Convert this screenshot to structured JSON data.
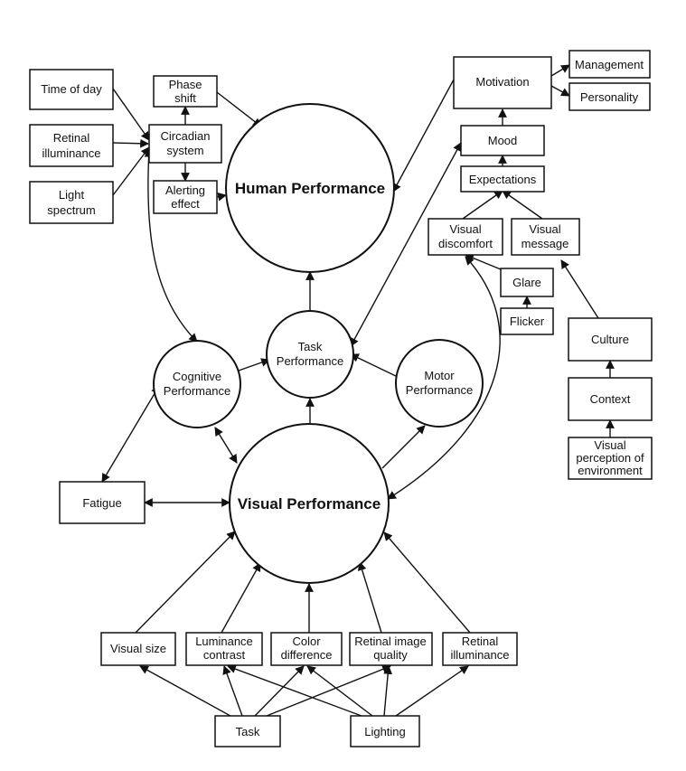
{
  "nodes": {
    "time_of_day": "Time of day",
    "retinal_illuminance_top": [
      "Retinal",
      "illuminance"
    ],
    "light_spectrum": [
      "Light",
      "spectrum"
    ],
    "phase_shift": [
      "Phase",
      "shift"
    ],
    "circadian_system": [
      "Circadian",
      "system"
    ],
    "alerting_effect": [
      "Alerting",
      "effect"
    ],
    "human_performance": "Human Performance",
    "motivation": "Motivation",
    "management": "Management",
    "personality": "Personality",
    "mood": "Mood",
    "expectations": "Expectations",
    "visual_discomfort": [
      "Visual",
      "discomfort"
    ],
    "visual_message": [
      "Visual",
      "message"
    ],
    "glare": "Glare",
    "flicker": "Flicker",
    "culture": "Culture",
    "context": "Context",
    "visual_perception": [
      "Visual",
      "perception of",
      "environment"
    ],
    "task_performance": [
      "Task",
      "Performance"
    ],
    "cognitive_performance": [
      "Cognitive",
      "Performance"
    ],
    "motor_performance": [
      "Motor",
      "Performance"
    ],
    "visual_performance": "Visual Performance",
    "fatigue": "Fatigue",
    "visual_size": "Visual size",
    "luminance_contrast": [
      "Luminance",
      "contrast"
    ],
    "color_difference": [
      "Color",
      "difference"
    ],
    "retinal_image_quality": [
      "Retinal image",
      "quality"
    ],
    "retinal_illuminance_bottom": [
      "Retinal",
      "illuminance"
    ],
    "task": "Task",
    "lighting": "Lighting"
  }
}
